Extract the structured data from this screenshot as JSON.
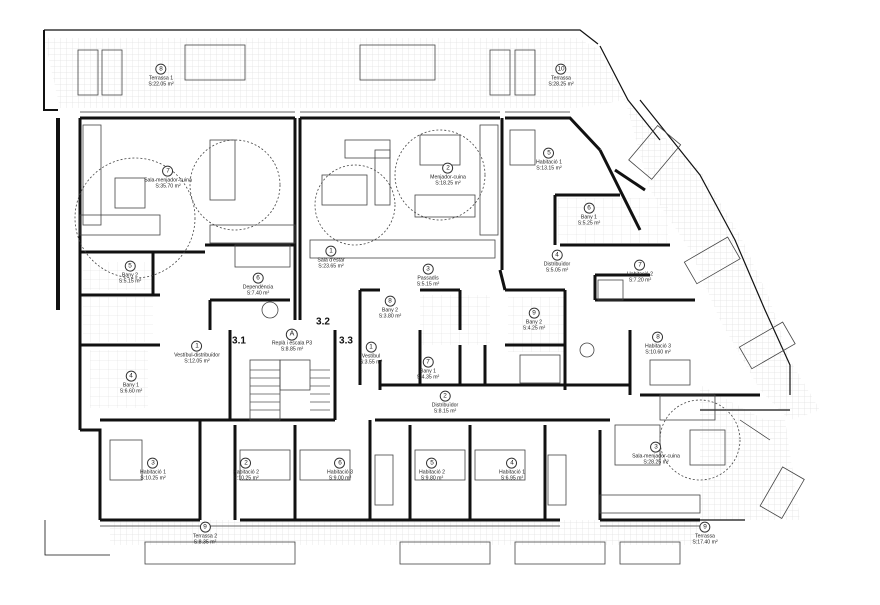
{
  "units": [
    "3.1",
    "3.2",
    "3.3"
  ],
  "stair": {
    "letter": "A",
    "name": "Replà i escala P3",
    "area": "S:8.85 m²"
  },
  "rooms": [
    {
      "id": "r1",
      "num": "8",
      "name": "Terrassa 1",
      "area": "S:22.05 m²"
    },
    {
      "id": "r2",
      "num": "10",
      "name": "Terrassa",
      "area": "S:28.25 m²"
    },
    {
      "id": "r3",
      "num": "7",
      "name": "Sala-menjador-cuina",
      "area": "S:35.70 m²"
    },
    {
      "id": "r4",
      "num": "2",
      "name": "Menjador-cuina",
      "area": "S:18.25 m²"
    },
    {
      "id": "r5",
      "num": "5",
      "name": "Habitació 1",
      "area": "S:13.15 m²"
    },
    {
      "id": "r6",
      "num": "6",
      "name": "Bany 1",
      "area": "S:5.25 m²"
    },
    {
      "id": "r7",
      "num": "1",
      "name": "Sala d'estar",
      "area": "S:23.65 m²"
    },
    {
      "id": "r8",
      "num": "5",
      "name": "Bany 2",
      "area": "S:5.15 m²"
    },
    {
      "id": "r9",
      "num": "6",
      "name": "Dependència",
      "area": "S:7.40 m²"
    },
    {
      "id": "r10",
      "num": "3",
      "name": "Passadís",
      "area": "S:5.15 m²"
    },
    {
      "id": "r11",
      "num": "4",
      "name": "Distribuïdor",
      "area": "S:5.05 m²"
    },
    {
      "id": "r12",
      "num": "7",
      "name": "Habitació 2",
      "area": "S:7.20 m²"
    },
    {
      "id": "r13",
      "num": "8",
      "name": "Bany 2",
      "area": "S:3.80 m²"
    },
    {
      "id": "r14",
      "num": "9",
      "name": "Bany 2",
      "area": "S:4.25 m²"
    },
    {
      "id": "r15",
      "num": "1",
      "name": "Vestíbul-distribuïdor",
      "area": "S:12.05 m²"
    },
    {
      "id": "r16",
      "num": "1",
      "name": "Vestíbul",
      "area": "S:3.55 m²"
    },
    {
      "id": "r17",
      "num": "7",
      "name": "Bany 1",
      "area": "S:4.35 m²"
    },
    {
      "id": "r18",
      "num": "8",
      "name": "Habitació 3",
      "area": "S:10.60 m²"
    },
    {
      "id": "r19",
      "num": "4",
      "name": "Bany 1",
      "area": "S:6.60 m²"
    },
    {
      "id": "r20",
      "num": "2",
      "name": "Distribuïdor",
      "area": "S:8.15 m²"
    },
    {
      "id": "r21",
      "num": "3",
      "name": "Sala-menjador-cuina",
      "area": "S:28.25 m²"
    },
    {
      "id": "r22",
      "num": "3",
      "name": "Habitació 1",
      "area": "S:10.25 m²"
    },
    {
      "id": "r23",
      "num": "2",
      "name": "Habitació 2",
      "area": "S:10.25 m²"
    },
    {
      "id": "r24",
      "num": "6",
      "name": "Habitació 3",
      "area": "S:9.00 m²"
    },
    {
      "id": "r25",
      "num": "5",
      "name": "Habitació 2",
      "area": "S:9.80 m²"
    },
    {
      "id": "r26",
      "num": "4",
      "name": "Habitació 1",
      "area": "S:6.95 m²"
    },
    {
      "id": "r27",
      "num": "9",
      "name": "Terrassa 2",
      "area": "S:8.35 m²"
    },
    {
      "id": "r28",
      "num": "9",
      "name": "Terrassa",
      "area": "S:17.40 m²"
    }
  ]
}
